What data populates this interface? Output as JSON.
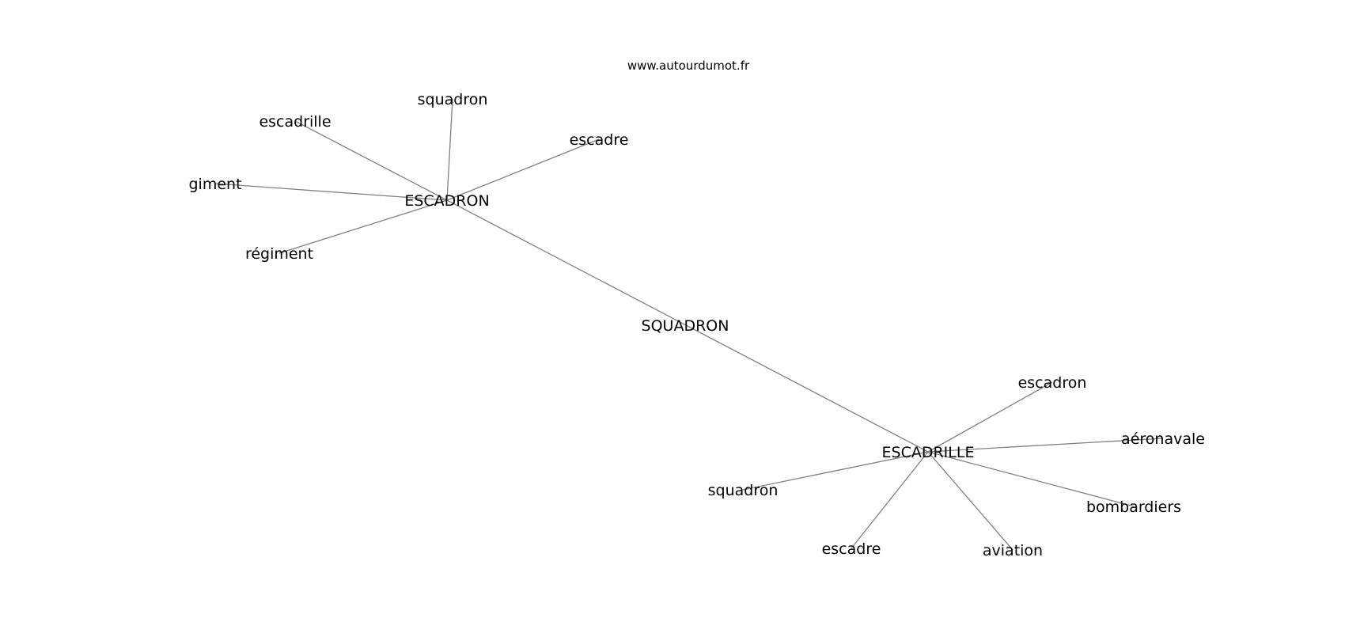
{
  "watermark": "www.autourdumot.fr",
  "graph": {
    "nodes": [
      {
        "id": "SQUADRON",
        "label": "SQUADRON"
      },
      {
        "id": "ESCADRON",
        "label": "ESCADRON"
      },
      {
        "id": "ESCADRILLE",
        "label": "ESCADRILLE"
      },
      {
        "id": "n-squadron-1",
        "label": "squadron"
      },
      {
        "id": "n-escadrille-1",
        "label": "escadrille"
      },
      {
        "id": "n-escadre-1",
        "label": "escadre"
      },
      {
        "id": "n-giment",
        "label": "giment"
      },
      {
        "id": "n-regiment",
        "label": "régiment"
      },
      {
        "id": "n-escadron-2",
        "label": "escadron"
      },
      {
        "id": "n-aeronavale",
        "label": "aéronavale"
      },
      {
        "id": "n-squadron-2",
        "label": "squadron"
      },
      {
        "id": "n-bombardiers",
        "label": "bombardiers"
      },
      {
        "id": "n-escadre-2",
        "label": "escadre"
      },
      {
        "id": "n-aviation",
        "label": "aviation"
      }
    ],
    "edges": [
      {
        "from": "ESCADRON",
        "to": "ESCADRILLE"
      },
      {
        "from": "ESCADRON",
        "to": "n-squadron-1"
      },
      {
        "from": "ESCADRON",
        "to": "n-escadrille-1"
      },
      {
        "from": "ESCADRON",
        "to": "n-escadre-1"
      },
      {
        "from": "ESCADRON",
        "to": "n-giment"
      },
      {
        "from": "ESCADRON",
        "to": "n-regiment"
      },
      {
        "from": "ESCADRILLE",
        "to": "n-escadron-2"
      },
      {
        "from": "ESCADRILLE",
        "to": "n-aeronavale"
      },
      {
        "from": "ESCADRILLE",
        "to": "n-squadron-2"
      },
      {
        "from": "ESCADRILLE",
        "to": "n-bombardiers"
      },
      {
        "from": "ESCADRILLE",
        "to": "n-escadre-2"
      },
      {
        "from": "ESCADRILLE",
        "to": "n-aviation"
      }
    ]
  }
}
